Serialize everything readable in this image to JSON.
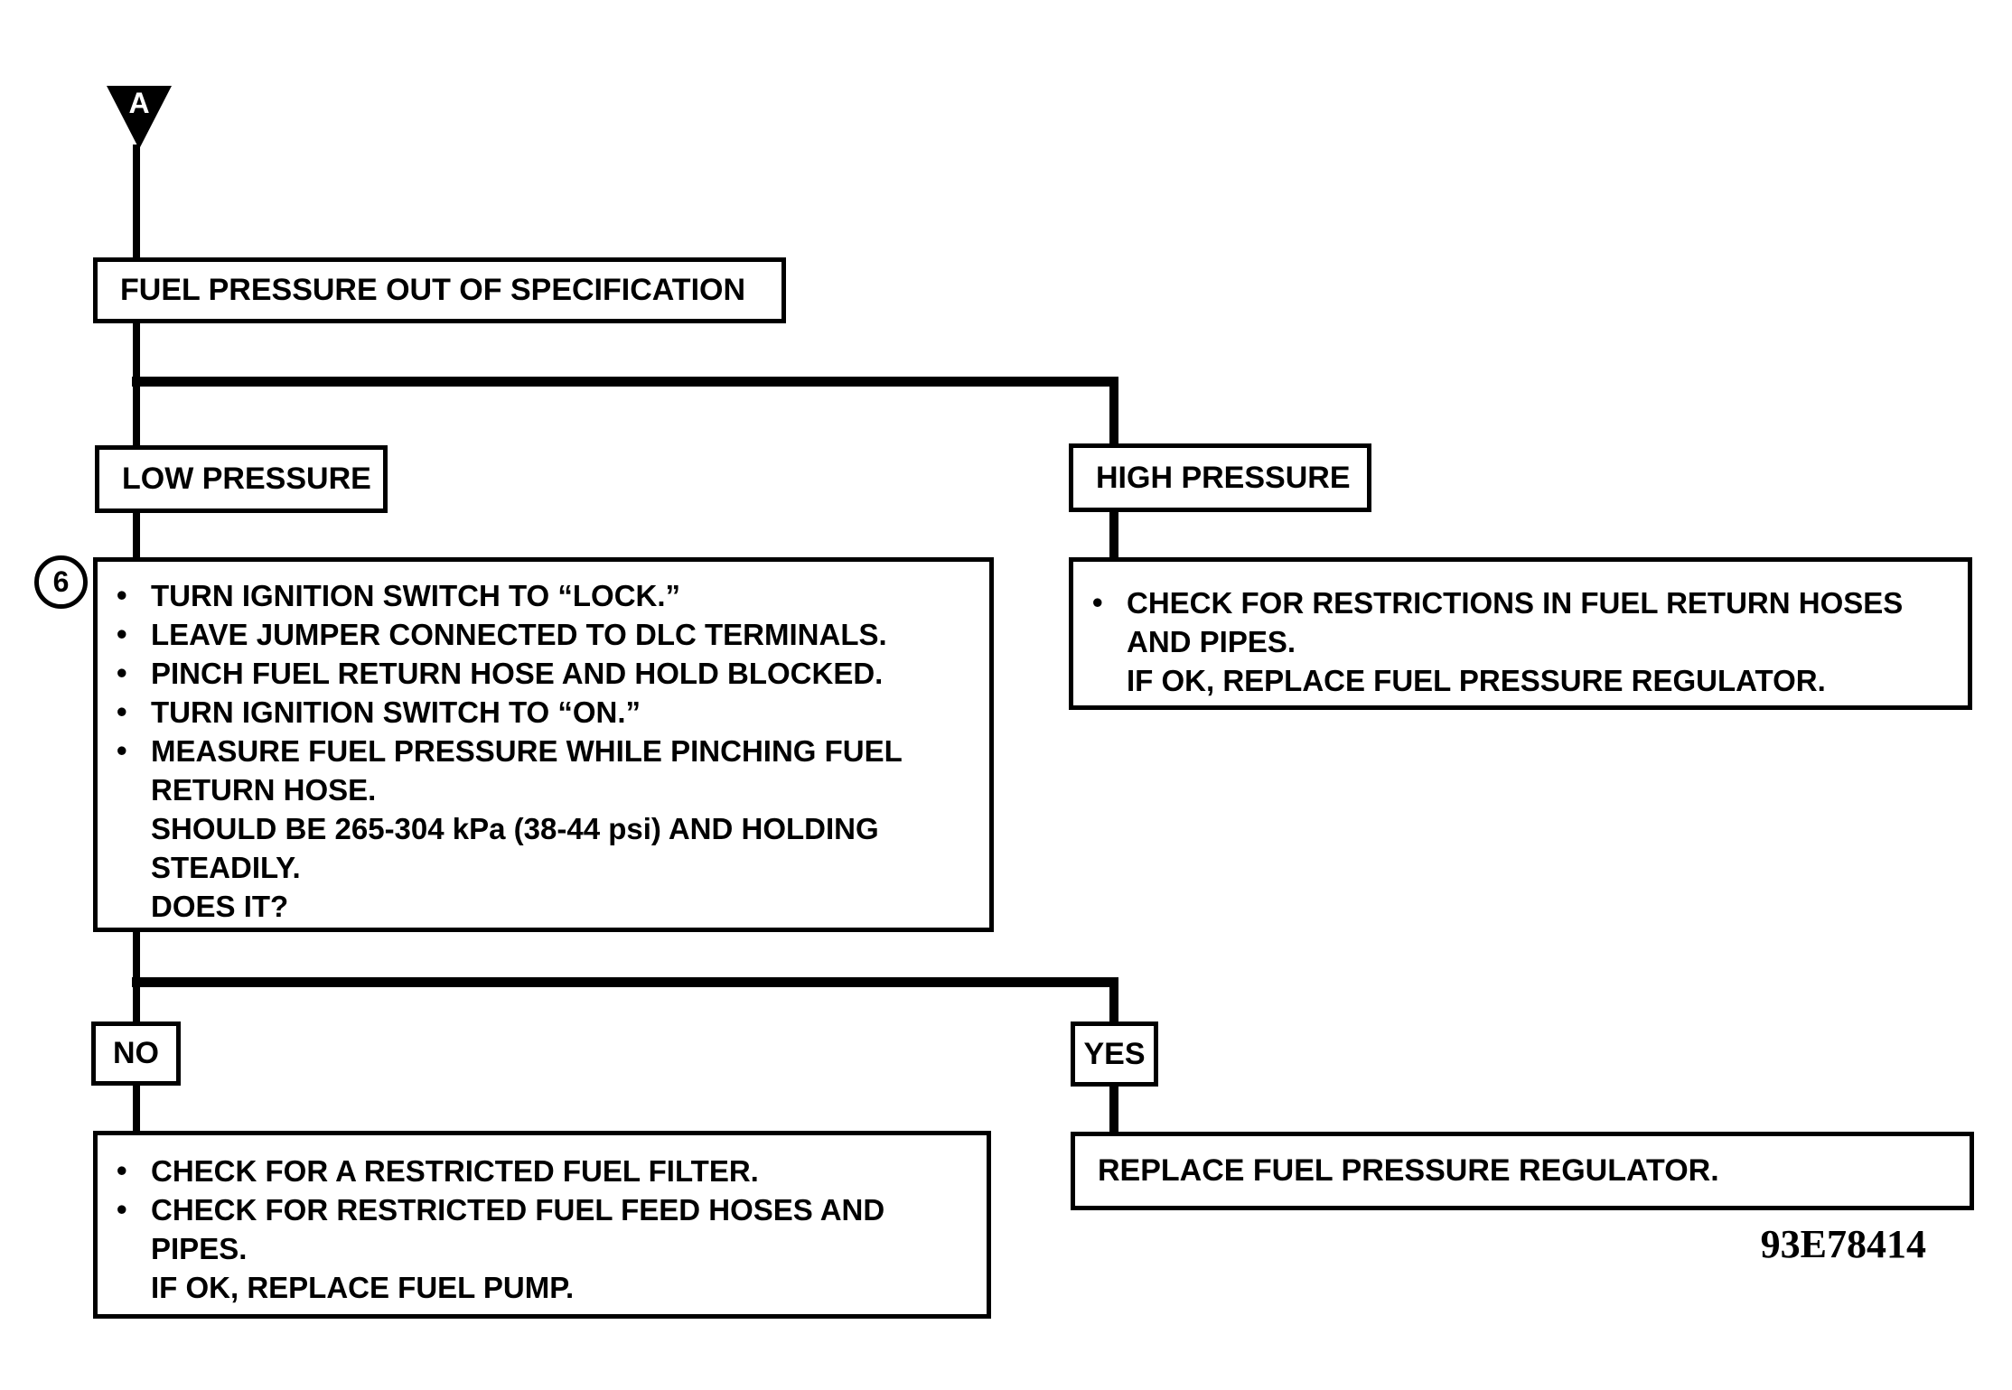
{
  "page": {
    "paper_color": "#ffffff",
    "ink_color": "#000000"
  },
  "flowchart": {
    "connector": {
      "label": "A"
    },
    "step_marker": {
      "label": "6"
    },
    "figure_number": "93E78414",
    "nodes": {
      "root": {
        "label": "FUEL PRESSURE OUT OF SPECIFICATION"
      },
      "branch_low": {
        "label": "LOW PRESSURE"
      },
      "branch_high": {
        "label": "HIGH PRESSURE"
      },
      "low_steps": {
        "items": [
          "TURN IGNITION SWITCH TO “LOCK.”",
          "LEAVE JUMPER CONNECTED TO DLC TERMINALS.",
          "PINCH FUEL RETURN HOSE AND HOLD BLOCKED.",
          "TURN IGNITION SWITCH TO “ON.”",
          "MEASURE FUEL PRESSURE WHILE PINCHING FUEL\nRETURN HOSE.\nSHOULD BE 265-304 kPa (38-44 psi) AND HOLDING\nSTEADILY.\nDOES IT?"
        ]
      },
      "high_action": {
        "items": [
          "CHECK FOR RESTRICTIONS IN FUEL RETURN HOSES\nAND PIPES.\nIF OK, REPLACE FUEL PRESSURE REGULATOR."
        ]
      },
      "answer_no": {
        "label": "NO"
      },
      "answer_yes": {
        "label": "YES"
      },
      "no_action": {
        "items": [
          "CHECK FOR A RESTRICTED FUEL FILTER.",
          "CHECK FOR RESTRICTED FUEL FEED HOSES AND\nPIPES.\nIF OK, REPLACE FUEL PUMP."
        ]
      },
      "yes_action": {
        "label": "REPLACE FUEL PRESSURE REGULATOR."
      }
    }
  }
}
